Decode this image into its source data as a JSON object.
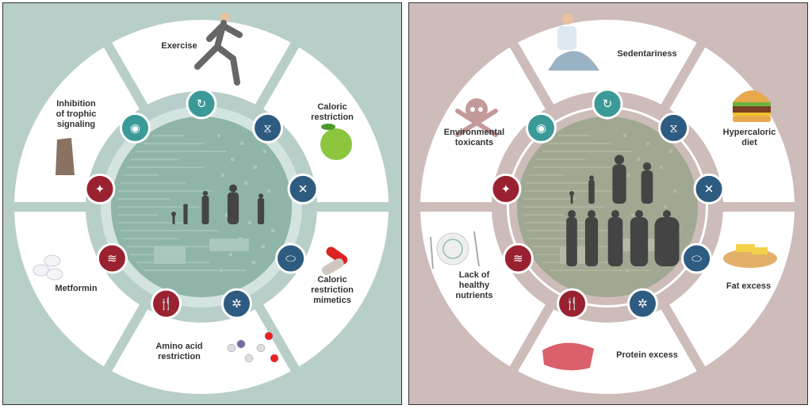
{
  "panels": [
    {
      "name": "healthy-aging",
      "colors": {
        "background": "#b8cec9",
        "inner_ring": "#d3e3e0",
        "core": "#8fb5a9",
        "trace": "#a9c7bd"
      },
      "segments": [
        {
          "lines": [
            "Exercise"
          ],
          "illustration": "running-woman"
        },
        {
          "lines": [
            "Caloric",
            "restriction"
          ],
          "illustration": "green-apple"
        },
        {
          "lines": [
            "Caloric",
            "restriction",
            "mimetics"
          ],
          "illustration": "capsules"
        },
        {
          "lines": [
            "Amino acid",
            "restriction"
          ],
          "illustration": "molecule"
        },
        {
          "lines": [
            "Metformin"
          ],
          "illustration": "tablets"
        },
        {
          "lines": [
            "Inhibition",
            "of trophic",
            "signaling"
          ],
          "illustration": "moai-statue"
        }
      ]
    },
    {
      "name": "accelerated-aging",
      "colors": {
        "background": "#cdbcb9",
        "inner_ring": "#cdbcb9",
        "core": "#a0a891",
        "trace": "#b3b9a4"
      },
      "segments": [
        {
          "lines": [
            "Sedentariness"
          ],
          "illustration": "sitting-man"
        },
        {
          "lines": [
            "Hypercaloric",
            "diet"
          ],
          "illustration": "burger"
        },
        {
          "lines": [
            "Fat excess"
          ],
          "illustration": "butter-pancake"
        },
        {
          "lines": [
            "Protein excess"
          ],
          "illustration": "steak"
        },
        {
          "lines": [
            "Lack of",
            "healthy",
            "nutrients"
          ],
          "illustration": "empty-plate"
        },
        {
          "lines": [
            "Environmental",
            "toxicants"
          ],
          "illustration": "skull-crossbones"
        }
      ]
    }
  ],
  "hallmark_icons": [
    {
      "icon": "cell-communication-icon",
      "glyph": "↻",
      "color": "#3b9a98"
    },
    {
      "icon": "dna-icon",
      "glyph": "⧖",
      "color": "#2e5b80"
    },
    {
      "icon": "chromosome-icon",
      "glyph": "✕",
      "color": "#2e5b80"
    },
    {
      "icon": "pills-icon",
      "glyph": "⬭",
      "color": "#2e5b80"
    },
    {
      "icon": "protein-aggregate-icon",
      "glyph": "✲",
      "color": "#2e5b80"
    },
    {
      "icon": "fork-knife-icon",
      "glyph": "🍴",
      "color": "#9a2230"
    },
    {
      "icon": "mitochondria-icon",
      "glyph": "≋",
      "color": "#9a2230"
    },
    {
      "icon": "maple-leaf-icon",
      "glyph": "✦",
      "color": "#9a2230"
    },
    {
      "icon": "stem-cell-icon",
      "glyph": "◉",
      "color": "#3b9a98"
    }
  ]
}
